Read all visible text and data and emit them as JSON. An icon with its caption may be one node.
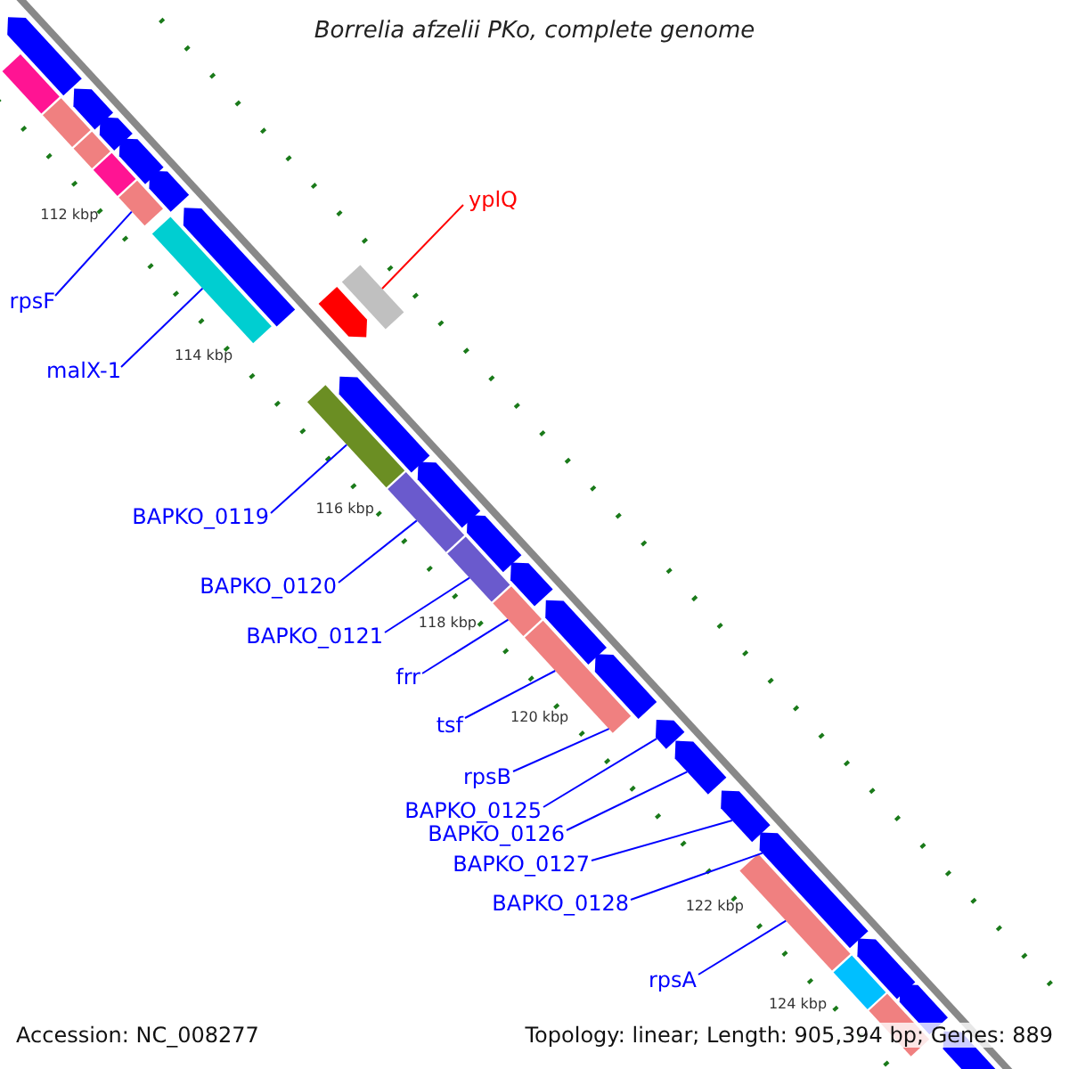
{
  "diagram": {
    "title": "Borrelia afzelii PKo, complete genome",
    "nodes": [
      {
        "text": [
          "yplQ"
        ]
      },
      {
        "text": [
          "rpsF"
        ]
      },
      {
        "text": [
          "malX-1"
        ]
      },
      {
        "text": [
          "BAPKO_0119"
        ]
      },
      {
        "text": [
          "BAPKO_0120"
        ]
      },
      {
        "text": [
          "BAPKO_0121"
        ]
      },
      {
        "text": [
          "frr"
        ]
      },
      {
        "text": [
          "tsf"
        ]
      },
      {
        "text": [
          "rpsB"
        ]
      },
      {
        "text": [
          "BAPKO_0125"
        ]
      },
      {
        "text": [
          "BAPKO_0126"
        ]
      },
      {
        "text": [
          "BAPKO_0127"
        ]
      },
      {
        "text": [
          "BAPKO_0128"
        ]
      },
      {
        "text": [
          "rpsA"
        ]
      },
      {
        "text": [],
        "shape": "pentagon"
      },
      {
        "text": [],
        "shape": "bar"
      },
      {
        "text": [],
        "shape": "bar"
      },
      {
        "text": [],
        "shape": "pentagon"
      },
      {
        "text": [],
        "shape": "pentagon"
      },
      {
        "text": [],
        "shape": "bar"
      },
      {
        "text": [],
        "shape": "pentagon"
      },
      {
        "text": [],
        "shape": "bar"
      },
      {
        "text": [],
        "shape": "bar"
      },
      {
        "text": [],
        "shape": "pentagon"
      },
      {
        "text": [],
        "shape": "bar"
      },
      {
        "text": [],
        "shape": "pentagon"
      },
      {
        "text": [],
        "shape": "bar"
      },
      {
        "text": [],
        "shape": "pentagon"
      },
      {
        "text": [],
        "shape": "bar"
      },
      {
        "text": [],
        "shape": "pentagon"
      },
      {
        "text": [],
        "shape": "bar"
      },
      {
        "text": [],
        "shape": "pentagon"
      },
      {
        "text": [],
        "shape": "pentagon"
      },
      {
        "text": [],
        "shape": "bar"
      },
      {
        "text": [],
        "shape": "pentagon"
      },
      {
        "text": [],
        "shape": "bar"
      },
      {
        "text": [],
        "shape": "pentagon"
      },
      {
        "text": [],
        "shape": "bar"
      },
      {
        "text": [],
        "shape": "pentagon"
      },
      {
        "text": [],
        "shape": "pentagon"
      },
      {
        "text": [],
        "shape": "pentagon"
      },
      {
        "text": [],
        "shape": "pentagon"
      },
      {
        "text": [],
        "shape": "bar"
      },
      {
        "text": [],
        "shape": "pentagon"
      },
      {
        "text": [],
        "shape": "pentagon"
      },
      {
        "text": [],
        "shape": "bar"
      },
      {
        "text": [],
        "shape": "bar"
      },
      {
        "text": [],
        "shape": "pentagon"
      },
      {
        "text": [],
        "shape": "pentagon"
      }
    ],
    "edges": [
      {
        "from": 0,
        "to": 26,
        "arrow": "none",
        "color": "#ff0000"
      },
      {
        "from": 1,
        "to": 22,
        "arrow": "none"
      },
      {
        "from": 2,
        "to": 24,
        "arrow": "none"
      },
      {
        "from": 3,
        "to": 28,
        "arrow": "none"
      },
      {
        "from": 4,
        "to": 30,
        "arrow": "none"
      },
      {
        "from": 5,
        "to": 33,
        "arrow": "none"
      },
      {
        "from": 6,
        "to": 35,
        "arrow": "none"
      },
      {
        "from": 7,
        "to": 37,
        "arrow": "none"
      },
      {
        "from": 8,
        "to": 37,
        "arrow": "none"
      },
      {
        "from": 9,
        "to": 39,
        "arrow": "none"
      },
      {
        "from": 10,
        "to": 40,
        "arrow": "none"
      },
      {
        "from": 11,
        "to": 41,
        "arrow": "none"
      },
      {
        "from": 12,
        "to": 43,
        "arrow": "none"
      },
      {
        "from": 13,
        "to": 42,
        "arrow": "none"
      }
    ],
    "labels": [
      "112 kbp",
      "114 kbp",
      "116 kbp",
      "118 kbp",
      "120 kbp",
      "122 kbp",
      "124 kbp",
      "Accession: NC_008277",
      "Topology: linear; Length: 905,394 bp; Genes: 889"
    ]
  }
}
